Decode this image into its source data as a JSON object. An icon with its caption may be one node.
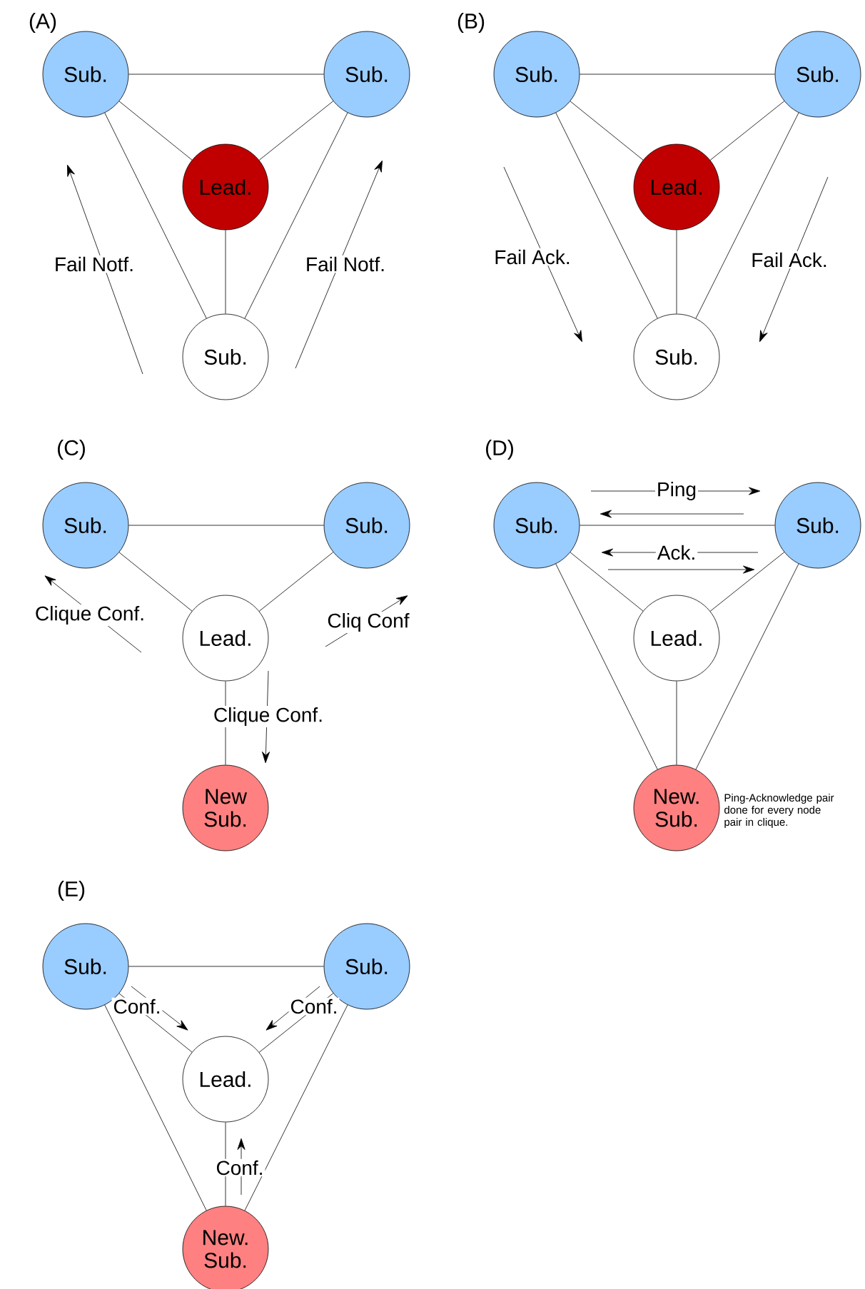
{
  "diagram": {
    "nodes": [
      {
        "text": [
          "Sub."
        ]
      },
      {
        "text": [
          "Sub."
        ]
      },
      {
        "text": [
          "Lead."
        ]
      },
      {
        "text": [
          "Sub."
        ]
      },
      {
        "text": [
          "Sub."
        ]
      },
      {
        "text": [
          "Sub."
        ]
      },
      {
        "text": [
          "Lead."
        ]
      },
      {
        "text": [
          "Sub."
        ]
      },
      {
        "text": [
          "Sub."
        ]
      },
      {
        "text": [
          "Sub."
        ]
      },
      {
        "text": [
          "Lead."
        ]
      },
      {
        "text": [
          "New Sub."
        ]
      },
      {
        "text": [
          "Sub."
        ]
      },
      {
        "text": [
          "Sub."
        ]
      },
      {
        "text": [
          "Lead."
        ]
      },
      {
        "text": [
          "New. Sub."
        ],
        "beside": [
          "Ping-Acknowledge pair done for every node pair in clique."
        ]
      },
      {
        "text": [
          "Sub."
        ]
      },
      {
        "text": [
          "Sub."
        ]
      },
      {
        "text": [
          "Lead."
        ]
      },
      {
        "text": [
          "New. Sub."
        ]
      }
    ],
    "edges": [
      {
        "from": 0,
        "to": 1,
        "arrow": "none"
      },
      {
        "from": 0,
        "to": 2,
        "arrow": "none"
      },
      {
        "from": 1,
        "to": 2,
        "arrow": "none"
      },
      {
        "from": 2,
        "to": 3,
        "arrow": "none"
      },
      {
        "from": 0,
        "to": 3,
        "arrow": "none"
      },
      {
        "from": 1,
        "to": 3,
        "arrow": "none"
      },
      {
        "from": 4,
        "to": 5,
        "arrow": "none"
      },
      {
        "from": 4,
        "to": 6,
        "arrow": "none"
      },
      {
        "from": 5,
        "to": 6,
        "arrow": "none"
      },
      {
        "from": 6,
        "to": 7,
        "arrow": "none"
      },
      {
        "from": 4,
        "to": 7,
        "arrow": "none"
      },
      {
        "from": 5,
        "to": 7,
        "arrow": "none"
      },
      {
        "from": 8,
        "to": 9,
        "arrow": "none"
      },
      {
        "from": 8,
        "to": 10,
        "arrow": "none"
      },
      {
        "from": 9,
        "to": 10,
        "arrow": "none"
      },
      {
        "from": 10,
        "to": 11,
        "arrow": "none"
      },
      {
        "from": 12,
        "to": 13,
        "arrow": "none"
      },
      {
        "from": 12,
        "to": 14,
        "arrow": "none"
      },
      {
        "from": 13,
        "to": 14,
        "arrow": "none"
      },
      {
        "from": 14,
        "to": 15,
        "arrow": "none"
      },
      {
        "from": 12,
        "to": 15,
        "arrow": "none"
      },
      {
        "from": 13,
        "to": 15,
        "arrow": "none"
      },
      {
        "from": 16,
        "to": 17,
        "arrow": "none"
      },
      {
        "from": 16,
        "to": 18,
        "arrow": "none"
      },
      {
        "from": 17,
        "to": 18,
        "arrow": "none"
      },
      {
        "from": 18,
        "to": 19,
        "arrow": "none"
      },
      {
        "from": 16,
        "to": 19,
        "arrow": "none"
      },
      {
        "from": 17,
        "to": 19,
        "arrow": "none"
      }
    ],
    "labels": [
      "(A)",
      "Fail Notf.",
      "Fail Notf.",
      "(B)",
      "Fail Ack.",
      "Fail Ack.",
      "(C)",
      "Clique Conf.",
      "Cliq Conf",
      "Clique Conf.",
      "(D)",
      "Ping",
      "Ack.",
      "(E)",
      "Conf.",
      "Conf.",
      "Conf."
    ]
  }
}
